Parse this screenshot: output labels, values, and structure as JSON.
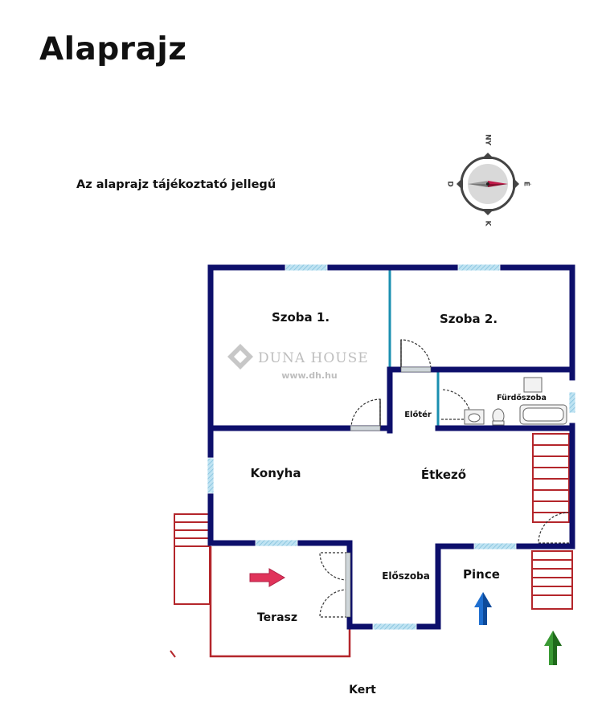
{
  "title": "Alaprajz",
  "disclaimer": "Az alaprajz tájékoztató jellegű",
  "compass": {
    "north": "NY",
    "east": "É",
    "south": "K",
    "west": "D"
  },
  "watermark": {
    "brand": "DUNA HOUSE",
    "url": "www.dh.hu"
  },
  "rooms": {
    "szoba1": "Szoba 1.",
    "szoba2": "Szoba 2.",
    "furdoszoba": "Fürdőszoba",
    "eloter": "Előtér",
    "konyha": "Konyha",
    "etkezo": "Étkező",
    "eloszoba": "Előszoba",
    "pince": "Pince",
    "terasz": "Terasz",
    "kert": "Kert"
  },
  "colors": {
    "wall": "#0d0f6b",
    "inner_wall": "#1a8fb0",
    "window": "#9fd3ea",
    "exterior": "#b4262b",
    "entry_arrow": "#e0335a",
    "pince_arrow": "#1f6fd0",
    "garden_arrow": "#2f8a2a"
  }
}
